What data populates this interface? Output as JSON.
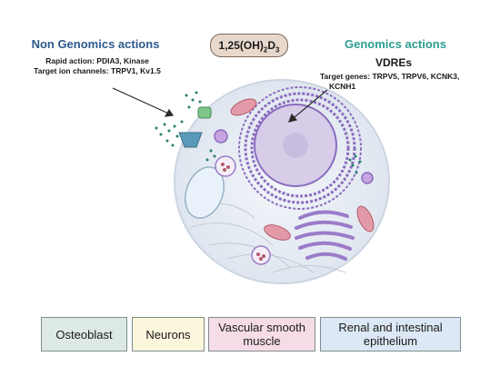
{
  "left_panel": {
    "title": "Non Genomics actions",
    "line1": "Rapid action: PDIA3, Kinase",
    "line2": "Target ion channels: TRPV1, Kv1.5"
  },
  "center": {
    "compound_main": "1,25(OH)",
    "compound_sub1": "2",
    "compound_mid": "D",
    "compound_sub2": "3"
  },
  "right_panel": {
    "title": "Genomics actions",
    "subtitle": "VDREs",
    "line1": "Target genes: TRPV5, TRPV6, KCNK3,",
    "line2": "KCNH1"
  },
  "cell_types": {
    "b1": "Osteoblast",
    "b2": "Neurons",
    "b3": "Vascular smooth muscle",
    "b4": "Renal and intestinal epithelium"
  },
  "colors": {
    "left_title": "#2d5a8e",
    "right_title": "#2a9d8f",
    "nucleus": "#8a6cbf",
    "mitochondria": "#e39aa8"
  }
}
